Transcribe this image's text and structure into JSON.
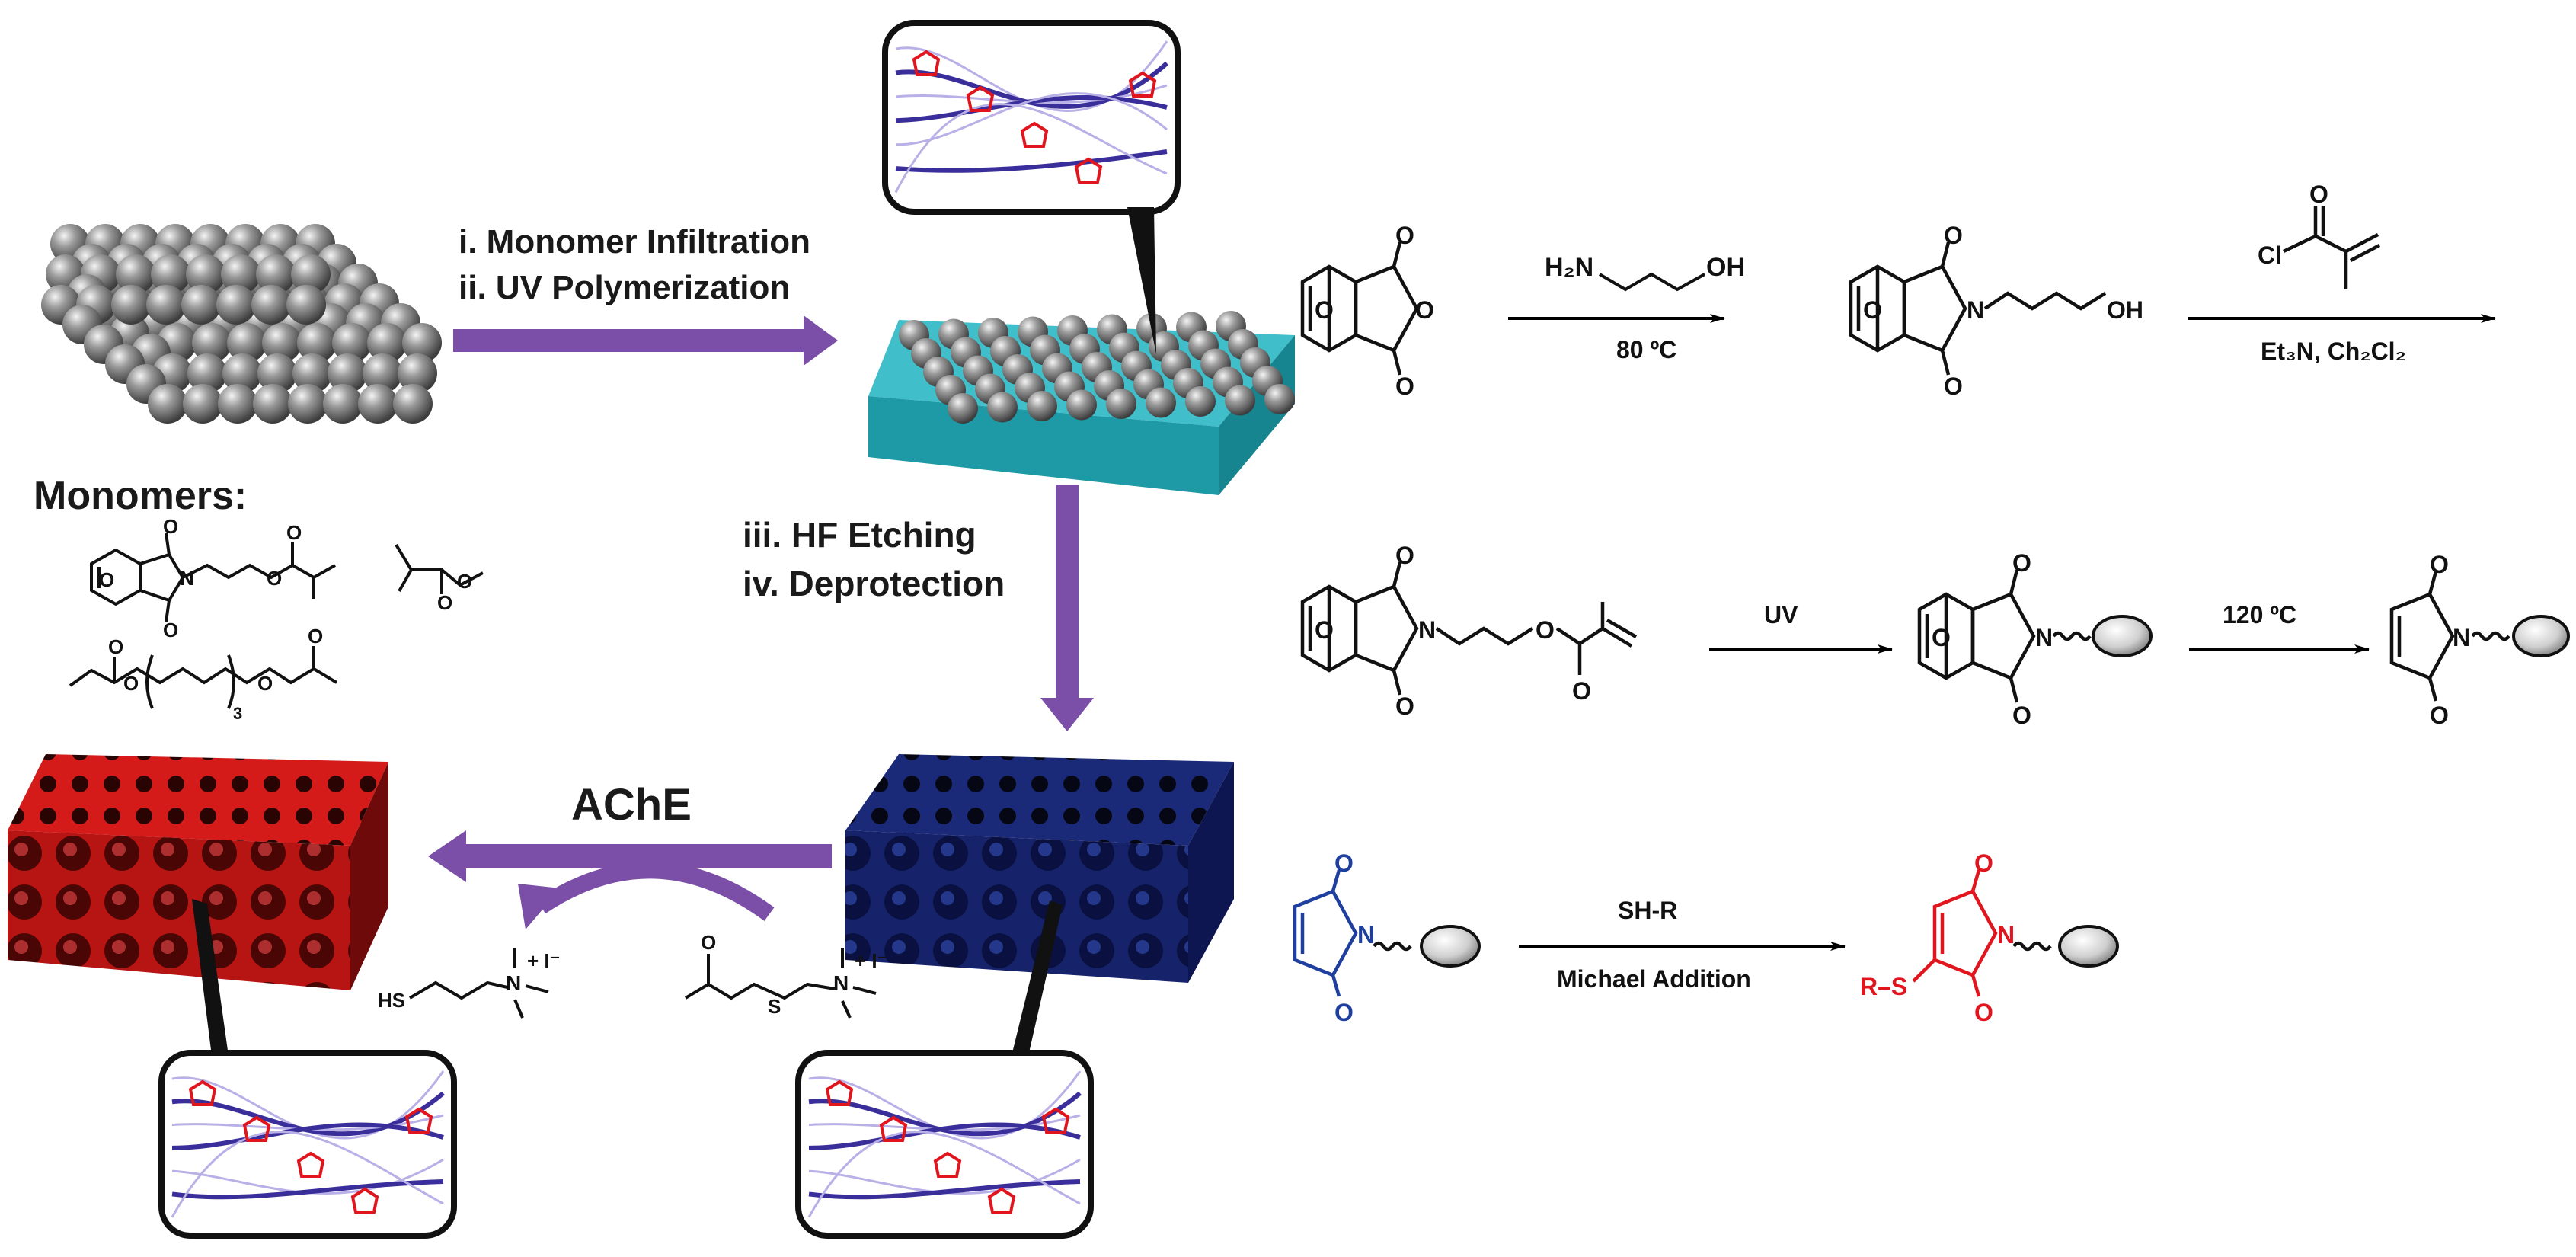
{
  "figure": {
    "steps": {
      "infiltration": "i. Monomer Infiltration",
      "uv_polymerization": "ii. UV Polymerization",
      "hf_etching": "iii. HF Etching",
      "deprotection": "iv. Deprotection",
      "enzyme": "AChE"
    },
    "monomers_heading": "Monomers:",
    "peg_repeat": "3",
    "reaction1": {
      "reagent": "H₂N",
      "reagent_oh": "OH",
      "condition": "80 ºC",
      "product_oh": "OH"
    },
    "reaction2": {
      "reagent_cl": "Cl",
      "condition": "Et₃N, Ch₂Cl₂"
    },
    "reaction3": {
      "uv": "UV",
      "condition": "120 ºC"
    },
    "reaction4": {
      "reagent": "SH-R",
      "condition": "Michael Addition",
      "r_group": "R–S"
    },
    "substrate": {
      "hs": "HS",
      "charge": "+ I⁻"
    },
    "colors": {
      "accent_purple": "#7b4fa8",
      "maleimide_red": "#e0151d",
      "maleimide_blue": "#1f3f9e",
      "teal_matrix": "#2bb8c4",
      "gray_sphere": "#8c8c8c",
      "navy_matrix": "#1b2a78",
      "red_matrix": "#d51a1a"
    }
  }
}
